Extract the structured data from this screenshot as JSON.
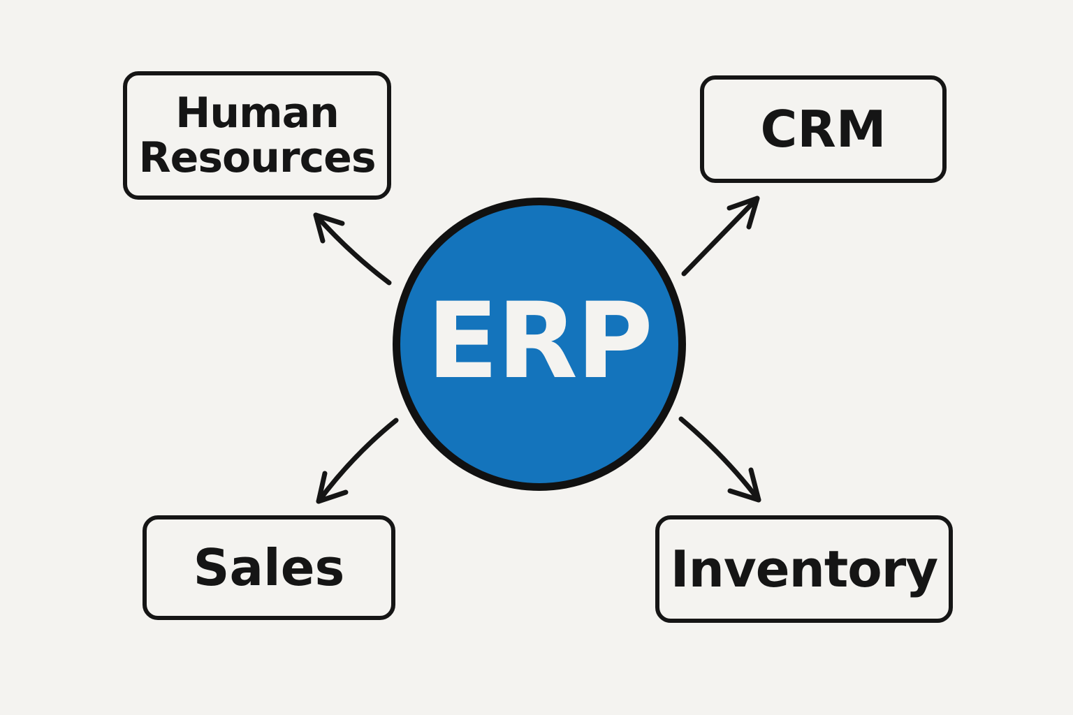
{
  "diagram": {
    "type": "hub-and-spoke",
    "hub": {
      "label": "ERP",
      "fill_color": "#1474bc",
      "text_color": "#f4f3f0"
    },
    "modules": [
      {
        "id": "hr",
        "lines": [
          "Human",
          "Resources"
        ],
        "position": "top-left"
      },
      {
        "id": "crm",
        "lines": [
          "CRM"
        ],
        "position": "top-right"
      },
      {
        "id": "sales",
        "lines": [
          "Sales"
        ],
        "position": "bottom-left"
      },
      {
        "id": "inventory",
        "lines": [
          "Inventory"
        ],
        "position": "bottom-right"
      }
    ],
    "edges": [
      {
        "from": "ERP",
        "to": "Human Resources",
        "direction": "outward"
      },
      {
        "from": "ERP",
        "to": "CRM",
        "direction": "outward"
      },
      {
        "from": "ERP",
        "to": "Sales",
        "direction": "outward"
      },
      {
        "from": "ERP",
        "to": "Inventory",
        "direction": "outward"
      }
    ],
    "colors": {
      "background": "#f4f3f0",
      "stroke": "#151515"
    }
  }
}
